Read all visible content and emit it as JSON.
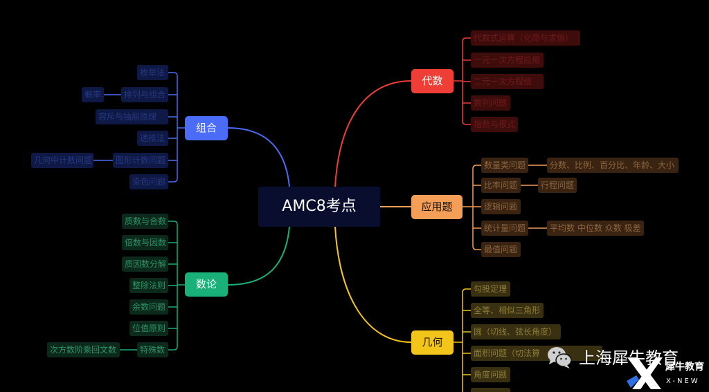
{
  "center": {
    "label": "AMC8考点"
  },
  "colors": {
    "algebra": "#ef3e36",
    "word_problems": "#f49e57",
    "geometry": "#f3c41a",
    "number_theory": "#19b07a",
    "combinatorics": "#4a6cf6",
    "center": "#0a0e2e",
    "background": "#000000"
  },
  "branches": {
    "algebra": {
      "label": "代数",
      "items": [
        {
          "label": "代数式运算（化简与求值）"
        },
        {
          "label": "一元一次方程应用"
        },
        {
          "label": "二元一次方程组"
        },
        {
          "label": "数列问题"
        },
        {
          "label": "指数与根式"
        }
      ]
    },
    "word_problems": {
      "label": "应用题",
      "items": [
        {
          "label": "数量类问题",
          "child": "分数、比例、百分比、年龄、大小"
        },
        {
          "label": "比率问题",
          "child": "行程问题"
        },
        {
          "label": "逻辑问题"
        },
        {
          "label": "统计量问题",
          "child": "平均数 中位数 众数 极差"
        },
        {
          "label": "最值问题"
        }
      ]
    },
    "geometry": {
      "label": "几何",
      "items": [
        {
          "label": "勾股定理"
        },
        {
          "label": "全等、相似三角形"
        },
        {
          "label": "圆（切线、弦长角度）"
        },
        {
          "label": "面积问题（切法算"
        },
        {
          "label": "角度问题"
        }
      ]
    },
    "number_theory": {
      "label": "数论",
      "items": [
        {
          "label": "质数与合数"
        },
        {
          "label": "倍数与因数"
        },
        {
          "label": "质因数分解"
        },
        {
          "label": "整除法则"
        },
        {
          "label": "余数问题"
        },
        {
          "label": "位值原则"
        },
        {
          "label": "特殊数",
          "child": "次方数阶乘回文数"
        }
      ]
    },
    "combinatorics": {
      "label": "组合",
      "items": [
        {
          "label": "枚举法"
        },
        {
          "label": "排列与组合",
          "child": "概率"
        },
        {
          "label": "容斥与抽屉原理"
        },
        {
          "label": "递推法"
        },
        {
          "label": "图形计数问题",
          "child": "几何中计数问题"
        },
        {
          "label": "染色问题"
        }
      ]
    }
  },
  "watermark": {
    "icon": "wechat-icon",
    "text": "上海犀牛教育",
    "logo_icon": "x-new-logo-icon",
    "logo_cn": "犀牛教育",
    "logo_en": "X-NEW"
  }
}
